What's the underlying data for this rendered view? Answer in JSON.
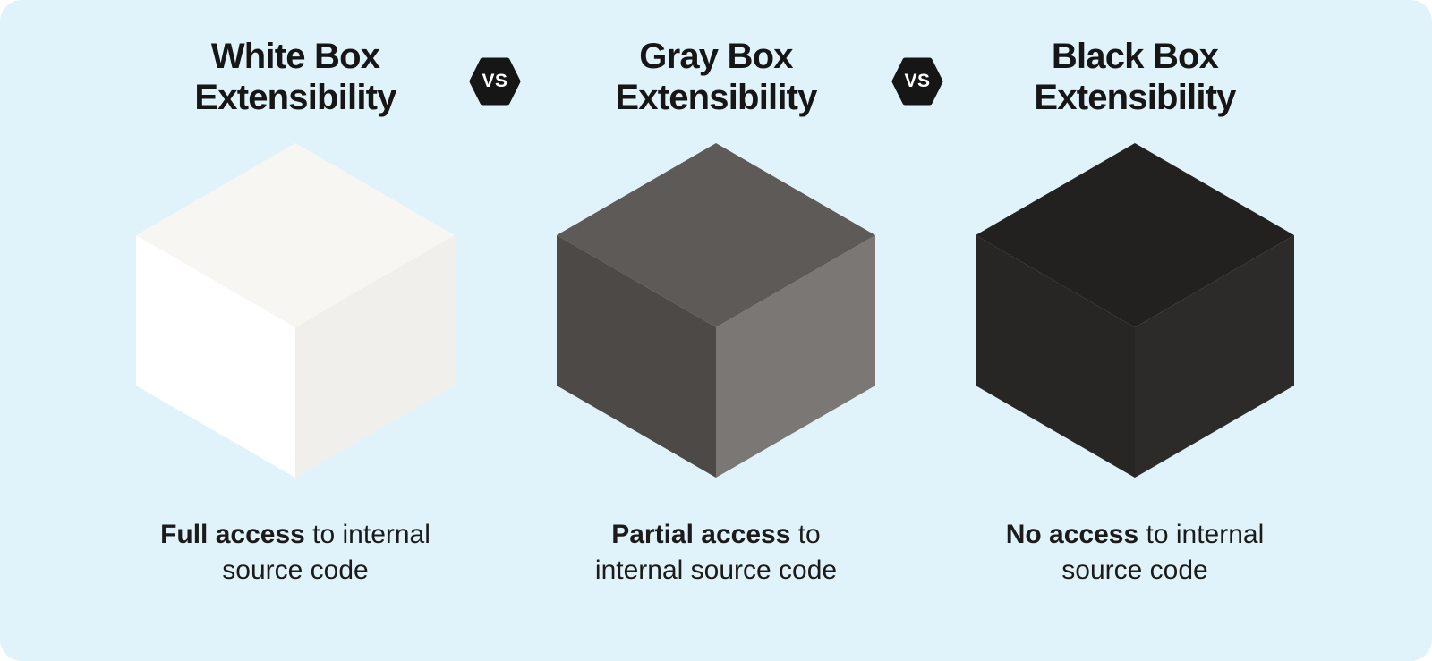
{
  "page": {
    "background": "#ffffff",
    "card_background": "#e1f3fa",
    "text_color": "#161616"
  },
  "badge": {
    "label": "VS",
    "background": "#161616",
    "text_color": "#ffffff"
  },
  "columns": [
    {
      "title_line1": "White Box",
      "title_line2": "Extensibility",
      "cube_name": "white-box-cube",
      "cube": {
        "top": "#f8f6f3",
        "left": "#ffffff",
        "right": "#f0efec"
      },
      "caption": {
        "bold": "Full access",
        "rest": " to internal",
        "line2": "source code"
      }
    },
    {
      "title_line1": "Gray Box",
      "title_line2": "Extensibility",
      "cube_name": "gray-box-cube",
      "cube": {
        "top": "#5e5a58",
        "left": "#4c4947",
        "right": "#7b7774"
      },
      "caption": {
        "bold": "Partial access",
        "rest": " to",
        "line2": "internal source code"
      }
    },
    {
      "title_line1": "Black Box",
      "title_line2": "Extensibility",
      "cube_name": "black-box-cube",
      "cube": {
        "top": "#222120",
        "left": "#272625",
        "right": "#2c2b2a"
      },
      "caption": {
        "bold": "No access",
        "rest": " to internal",
        "line2": "source code"
      }
    }
  ]
}
